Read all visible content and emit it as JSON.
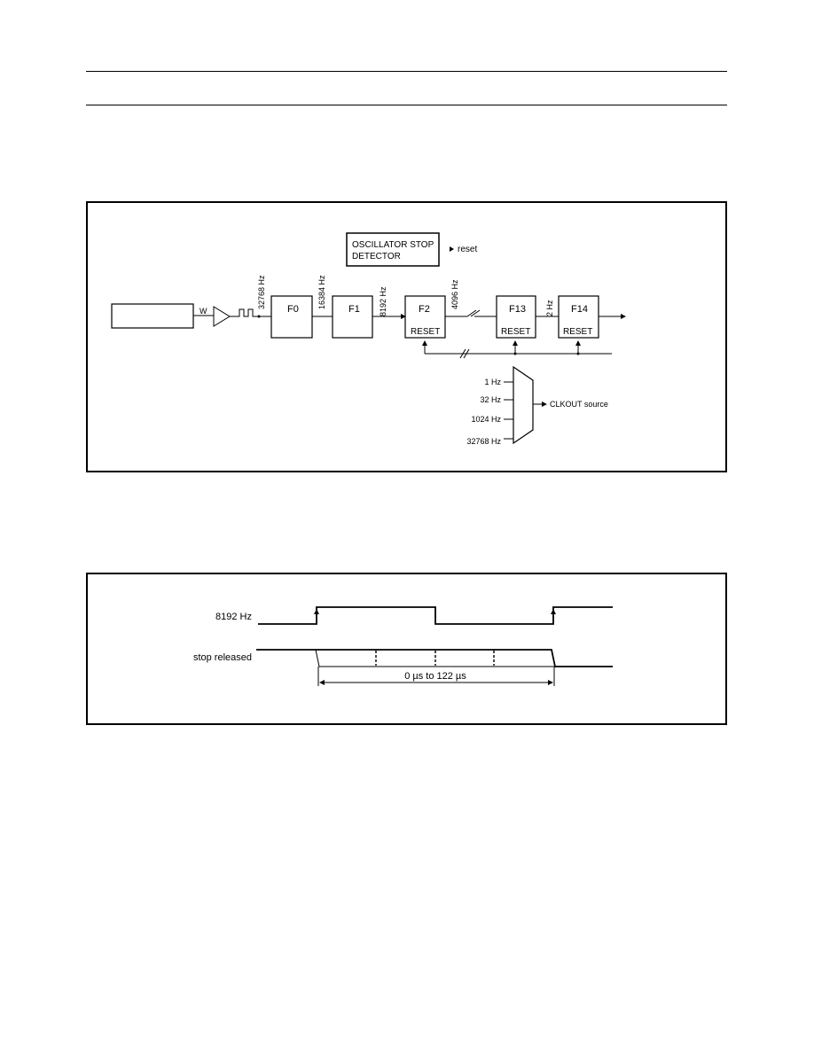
{
  "diagram1": {
    "detector_line1": "OSCILLATOR STOP",
    "detector_line2": "DETECTOR",
    "reset_label": "reset",
    "xtal_label": "W",
    "freq_32768": "32768 Hz",
    "freq_16384": "16384 Hz",
    "freq_8192": "8192 Hz",
    "freq_4096": "4096 Hz",
    "freq_2": "2 Hz",
    "f0": "F0",
    "f1": "F1",
    "f2": "F2",
    "f13": "F13",
    "f14": "F14",
    "reset": "RESET",
    "mux_inputs": [
      "1 Hz",
      "32 Hz",
      "1024 Hz",
      "32768 Hz"
    ],
    "clkout": "CLKOUT source"
  },
  "diagram2": {
    "signal1": "8192 Hz",
    "signal2": "stop released",
    "interval": "0 µs to 122 µs"
  }
}
